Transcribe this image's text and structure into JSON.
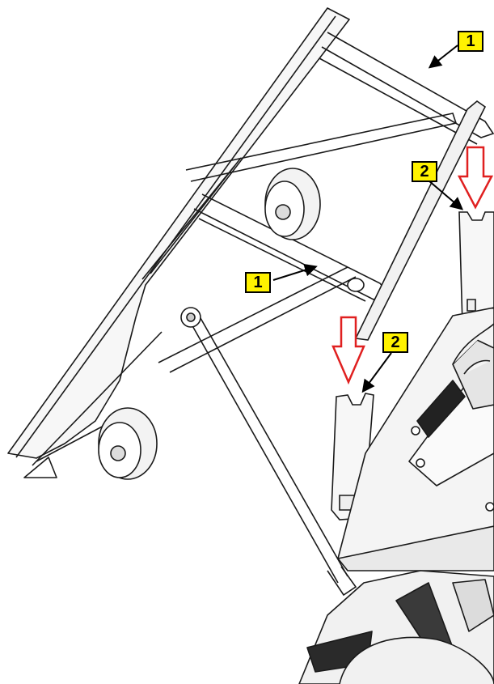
{
  "figure": {
    "callouts": [
      {
        "id": "c1a",
        "label": "1"
      },
      {
        "id": "c2a",
        "label": "2"
      },
      {
        "id": "c1b",
        "label": "1"
      },
      {
        "id": "c2b",
        "label": "2"
      }
    ],
    "colors": {
      "line": "#1a1a1a",
      "callout_fill": "#fff200",
      "arrow_outline": "#e02020",
      "arrow_fill": "#ffffff"
    }
  }
}
